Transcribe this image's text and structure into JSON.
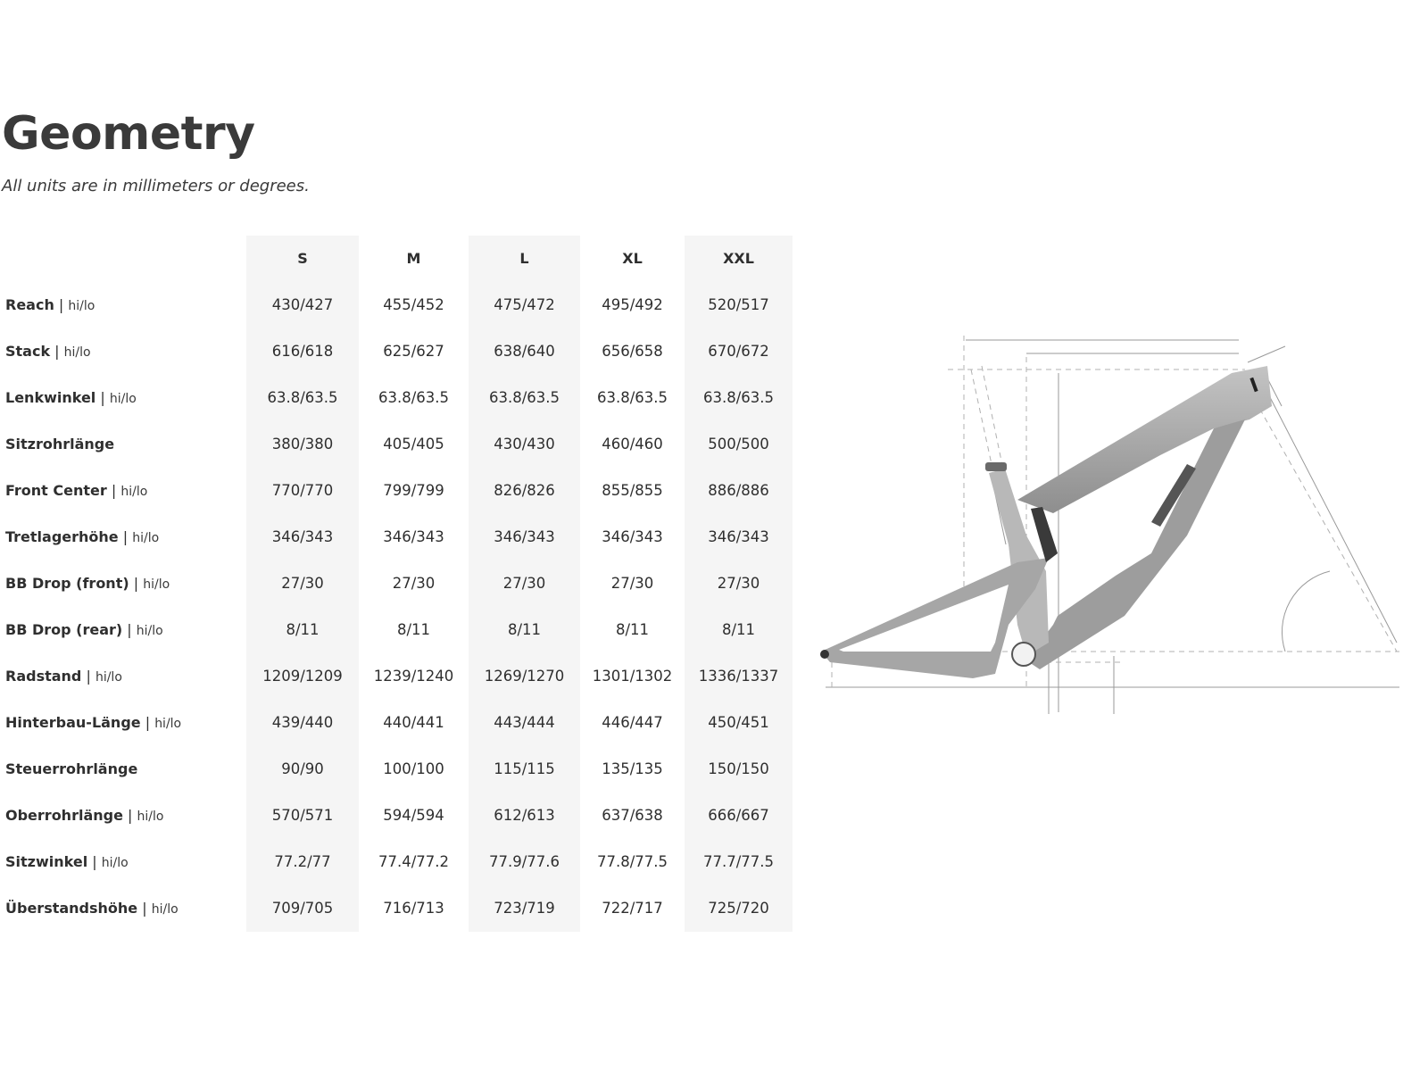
{
  "header": {
    "title": "Geometry",
    "subtitle": "All units are in millimeters or degrees."
  },
  "table": {
    "sizes": [
      "S",
      "M",
      "L",
      "XL",
      "XXL"
    ],
    "rows": [
      {
        "name": "Reach",
        "sep": " | ",
        "unit": "hi/lo",
        "values": [
          "430/427",
          "455/452",
          "475/472",
          "495/492",
          "520/517"
        ]
      },
      {
        "name": "Stack",
        "sep": " | ",
        "unit": "hi/lo",
        "values": [
          "616/618",
          "625/627",
          "638/640",
          "656/658",
          "670/672"
        ]
      },
      {
        "name": "Lenkwinkel",
        "sep": " | ",
        "unit": "hi/lo",
        "values": [
          "63.8/63.5",
          "63.8/63.5",
          "63.8/63.5",
          "63.8/63.5",
          "63.8/63.5"
        ]
      },
      {
        "name": "Sitzrohrlänge",
        "sep": "",
        "unit": "",
        "values": [
          "380/380",
          "405/405",
          "430/430",
          "460/460",
          "500/500"
        ]
      },
      {
        "name": "Front Center",
        "sep": " | ",
        "unit": "hi/lo",
        "values": [
          "770/770",
          "799/799",
          "826/826",
          "855/855",
          "886/886"
        ]
      },
      {
        "name": "Tretlagerhöhe",
        "sep": " | ",
        "unit": "hi/lo",
        "values": [
          "346/343",
          "346/343",
          "346/343",
          "346/343",
          "346/343"
        ]
      },
      {
        "name": "BB Drop (front)",
        "sep": " | ",
        "unit": "hi/lo",
        "values": [
          "27/30",
          "27/30",
          "27/30",
          "27/30",
          "27/30"
        ]
      },
      {
        "name": "BB Drop (rear)",
        "sep": " | ",
        "unit": "hi/lo",
        "values": [
          "8/11",
          "8/11",
          "8/11",
          "8/11",
          "8/11"
        ]
      },
      {
        "name": "Radstand",
        "sep": " | ",
        "unit": "hi/lo",
        "values": [
          "1209/1209",
          "1239/1240",
          "1269/1270",
          "1301/1302",
          "1336/1337"
        ]
      },
      {
        "name": "Hinterbau-Länge",
        "sep": " | ",
        "unit": "hi/lo",
        "values": [
          "439/440",
          "440/441",
          "443/444",
          "446/447",
          "450/451"
        ]
      },
      {
        "name": "Steuerrohrlänge",
        "sep": "",
        "unit": "",
        "values": [
          "90/90",
          "100/100",
          "115/115",
          "135/135",
          "150/150"
        ]
      },
      {
        "name": "Oberrohrlänge",
        "sep": " | ",
        "unit": "hi/lo",
        "values": [
          "570/571",
          "594/594",
          "612/613",
          "637/638",
          "666/667"
        ]
      },
      {
        "name": "Sitzwinkel",
        "sep": " | ",
        "unit": "hi/lo",
        "values": [
          "77.2/77",
          "77.4/77.2",
          "77.9/77.6",
          "77.8/77.5",
          "77.7/77.5"
        ]
      },
      {
        "name": "Überstandshöhe",
        "sep": " | ",
        "unit": "hi/lo",
        "values": [
          "709/705",
          "716/713",
          "723/719",
          "722/717",
          "725/720"
        ]
      }
    ]
  },
  "diagram": {
    "label": "bike-frame-geometry-diagram"
  },
  "colors": {
    "band": "#f5f5f5",
    "text": "#2f2f2f",
    "frame": "#a9a9a9"
  }
}
